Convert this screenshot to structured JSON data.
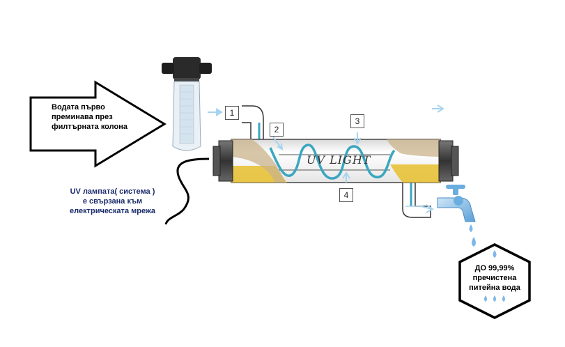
{
  "inlet_arrow": {
    "lines": [
      "Водата първо",
      "преминава през",
      "филтърната колона"
    ]
  },
  "power_note": {
    "lines": [
      "UV лампата( система )",
      "е свързана към",
      "електрическата мрежа"
    ]
  },
  "uv_tube_label": "UV LIGHT",
  "steps": [
    "1",
    "2",
    "3",
    "4"
  ],
  "result_badge": {
    "lines": [
      "ДО  99,99%",
      "пречистена",
      "питейна вода"
    ]
  },
  "colors": {
    "water_line": "#3aa6c0",
    "arrow_light": "#a8d4ef",
    "water_yellow": "#e8c238",
    "drop_blue": "#7fb8e8",
    "text_dark_blue": "#1a2a6b"
  },
  "icons": [
    "filter-housing-icon",
    "uv-tube-icon",
    "water-tap-icon",
    "water-drop-icon"
  ]
}
